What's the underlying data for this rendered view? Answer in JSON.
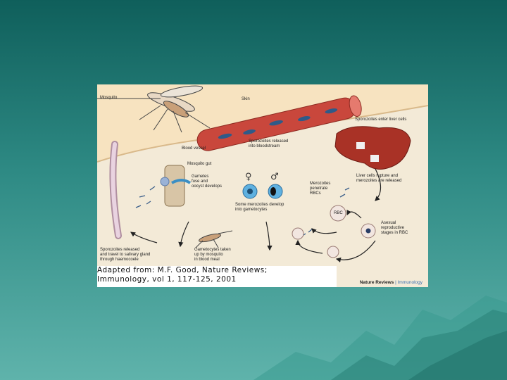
{
  "diagram": {
    "labels": {
      "mosquito": "Mosquito",
      "skin": "Skin",
      "blood_vessel": "Blood vessel",
      "sporozoites_bloodstream": "Sporozoites released\ninto bloodstream",
      "sporozoites_liver": "Sporozoites enter liver cells",
      "liver_rupture": "Liver cells rupture and\nmerozoites are released",
      "mosquito_gut": "Mosquito gut",
      "gametes_fuse": "Gametes\nfuse and\noocyst develops",
      "merozoites_penetrate": "Merozoites\npenetrate\nRBCs",
      "some_merozoites": "Some merozoites develop\ninto gametocytes",
      "rbc": "RBC",
      "asexual": "Asexual\nreproductive\nstages in RBC",
      "sporozoites_salivary": "Sporozoites released\nand travel to salivary gland\nthrough haemocoele",
      "gametocytes_taken": "Gametocytes taken\nup by mosquito\nin blood meal"
    },
    "symbols": {
      "female": "♀",
      "male": "♂"
    }
  },
  "caption": {
    "line1": "Adapted from: M.F. Good, Nature Reviews;",
    "line2": "Immunology, vol 1, 117-125, 2001"
  },
  "brand": {
    "name": "Nature Reviews",
    "separator": "|",
    "section": "Immunology"
  },
  "colors": {
    "background": "#1f7570",
    "panel": "#f3ead7",
    "vessel": "#c9473c",
    "liver": "#a93226",
    "cell_blue": "#3c8fc4"
  }
}
